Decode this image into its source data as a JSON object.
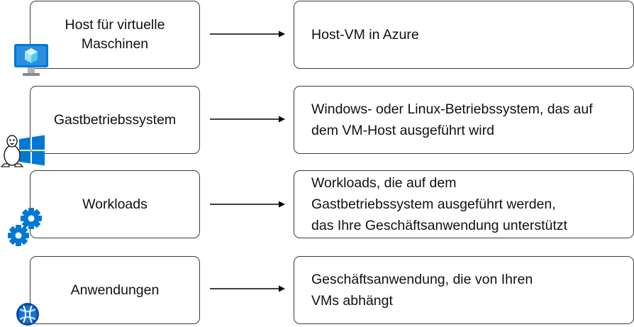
{
  "rows": [
    {
      "left_label": "Host für virtuelle\nMaschinen",
      "right_text": "Host-VM in Azure",
      "icon": "azure-vm-monitor-icon"
    },
    {
      "left_label": "Gastbetriebssystem",
      "right_text": "Windows- oder Linux-Betriebssystem, das auf\ndem VM-Host ausgeführt wird",
      "icon": "linux-windows-os-icon"
    },
    {
      "left_label": "Workloads",
      "right_text": "Workloads, die auf dem\nGastbetriebssystem ausgeführt werden,\ndas Ihre Geschäftsanwendung unterstützt",
      "icon": "gears-icon"
    },
    {
      "left_label": "Anwendungen",
      "right_text": "Geschäftsanwendung, die von Ihren\nVMs abhängt",
      "icon": "application-globe-icon"
    }
  ],
  "colors": {
    "border": "#3c3c3c",
    "arrow": "#000000",
    "azure_blue": "#0078d4",
    "light_blue": "#50c8f0"
  }
}
